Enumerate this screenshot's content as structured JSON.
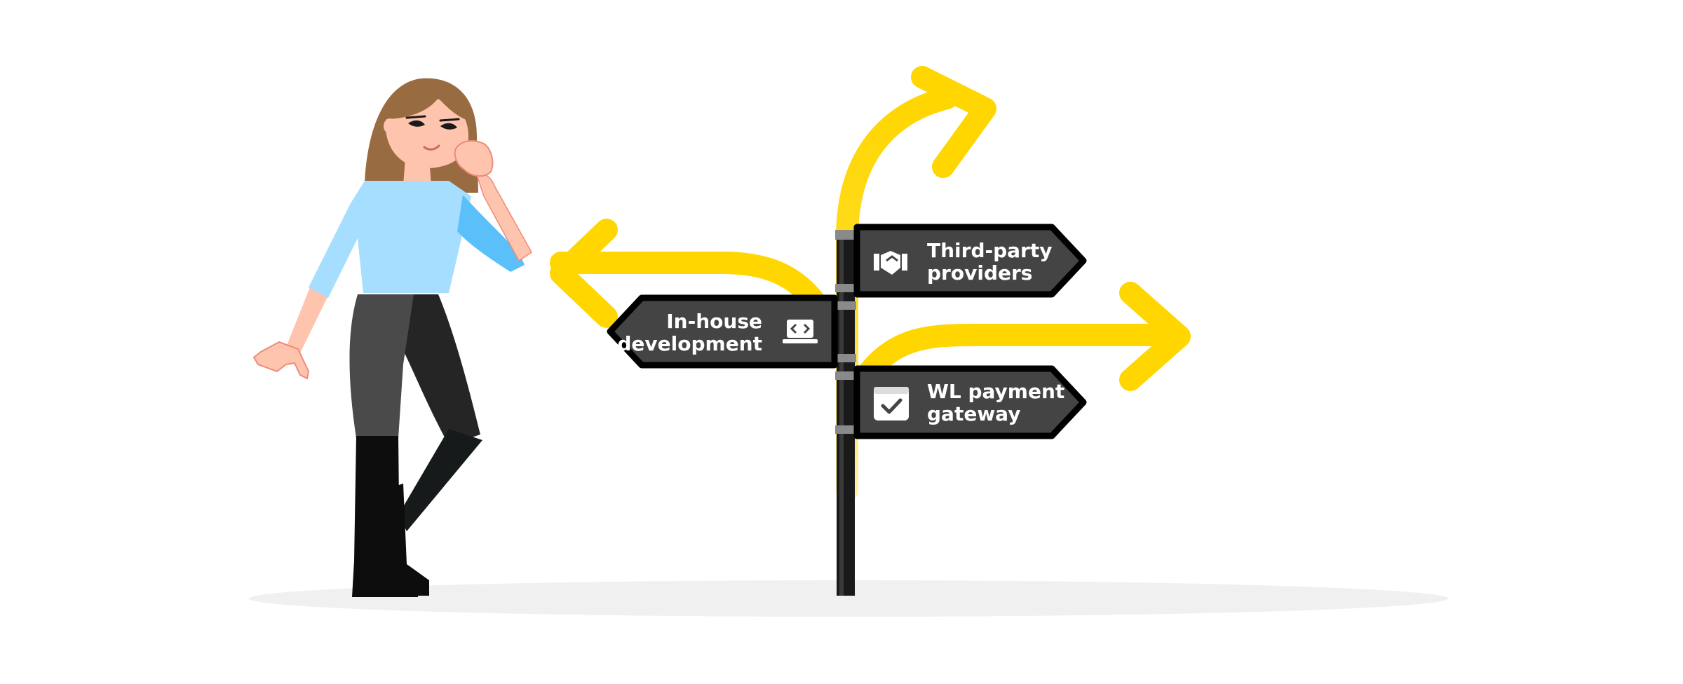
{
  "signs": {
    "in_house": {
      "line1": "In-house",
      "line2": "development",
      "icon": "laptop-code-icon"
    },
    "third_party": {
      "line1": "Third-party",
      "line2": "providers",
      "icon": "handshake-icon"
    },
    "wl_gateway": {
      "line1": "WL payment",
      "line2": "gateway",
      "icon": "box-check-icon"
    }
  },
  "colors": {
    "arrow": "#FFD600",
    "sign_fill": "#444444",
    "sign_border": "#000000",
    "sign_text": "#FFFFFF",
    "shirt": "#A6DEFF",
    "sleeve_shade": "#5BC0FA",
    "skin": "#FFC4AE",
    "hair": "#996B40",
    "ground": "#F0F0F0"
  }
}
